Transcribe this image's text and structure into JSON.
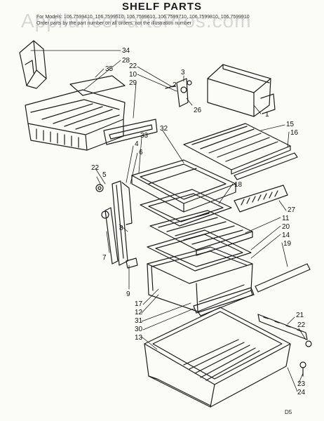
{
  "title": "SHELF PARTS",
  "models_line_1": "For Models: 106.7599410, 106.7599510, 106.7599610, 106.7599710, 106.7599810, 106.7599910",
  "models_line_2": "Order parts by the part number on all orders, not the illustration number",
  "watermark": "AppliancePartsPros.com",
  "footer_code": "D5",
  "callouts": [
    "34",
    "28",
    "35",
    "22",
    "10",
    "29",
    "26",
    "3",
    "1",
    "15",
    "16",
    "33",
    "32",
    "4",
    "6",
    "22",
    "5",
    "18",
    "27",
    "8",
    "11",
    "20",
    "14",
    "19",
    "7",
    "9",
    "17",
    "12",
    "31",
    "30",
    "13",
    "21",
    "22",
    "23",
    "24",
    "2"
  ],
  "colors": {
    "ink": "#1c1c1c",
    "paper": "#fbfbf8",
    "watermark": "#9a9a9a"
  }
}
